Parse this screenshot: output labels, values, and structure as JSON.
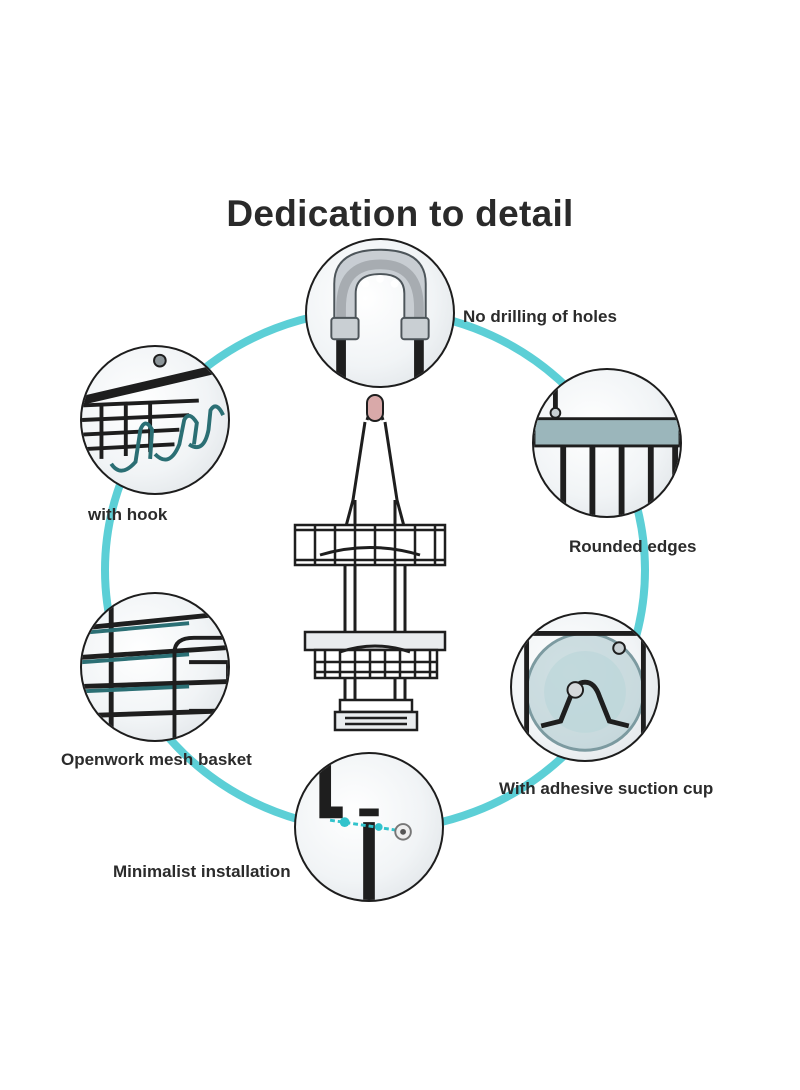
{
  "title": "Dedication to detail",
  "accent_color": "#5ccfd6",
  "features": [
    {
      "label": "No drilling of holes",
      "icon": "suction-hook-icon"
    },
    {
      "label": "with hook",
      "icon": "hook-icon"
    },
    {
      "label": "Rounded edges",
      "icon": "rounded-edge-icon"
    },
    {
      "label": "Openwork mesh basket",
      "icon": "mesh-basket-icon"
    },
    {
      "label": "With adhesive suction cup",
      "icon": "suction-cup-icon"
    },
    {
      "label": "Minimalist installation",
      "icon": "installation-icon"
    }
  ]
}
